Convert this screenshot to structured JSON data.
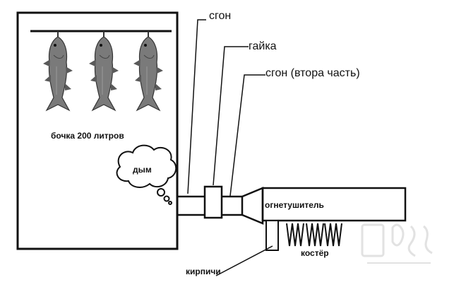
{
  "labels": {
    "barrel": "бочка 200 литров",
    "smoke": "дым",
    "sgon": "сгон",
    "nut": "гайка",
    "sgon2": "сгон (втора часть)",
    "extinguisher": "огнетушитель",
    "fire": "костёр",
    "bricks": "кирпичи"
  },
  "colors": {
    "stroke": "#111111",
    "fish": "#6b6b6b",
    "watermark": "#e6e6e6"
  }
}
